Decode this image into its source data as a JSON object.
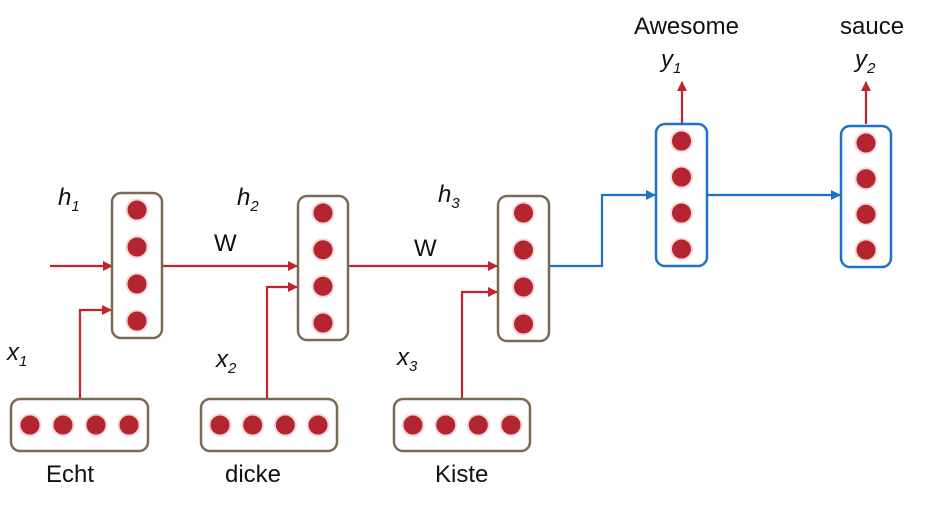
{
  "colors": {
    "encoder_box": "#7a6a55",
    "decoder_box": "#1f73c7",
    "neuron_fill": "#b5252f",
    "neuron_ring": "#f3d9dc",
    "arrow_red": "#c0252e",
    "arrow_blue": "#1f73c7"
  },
  "labels": {
    "h1": {
      "base": "h",
      "sub": "1"
    },
    "h2": {
      "base": "h",
      "sub": "2"
    },
    "h3": {
      "base": "h",
      "sub": "3"
    },
    "x1": {
      "base": "x",
      "sub": "1"
    },
    "x2": {
      "base": "x",
      "sub": "2"
    },
    "x3": {
      "base": "x",
      "sub": "3"
    },
    "y1": {
      "base": "y",
      "sub": "1"
    },
    "y2": {
      "base": "y",
      "sub": "2"
    },
    "w1": "W",
    "w2": "W"
  },
  "input_words": [
    "Echt",
    "dicke",
    "Kiste"
  ],
  "output_words": [
    "Awesome",
    "sauce"
  ]
}
